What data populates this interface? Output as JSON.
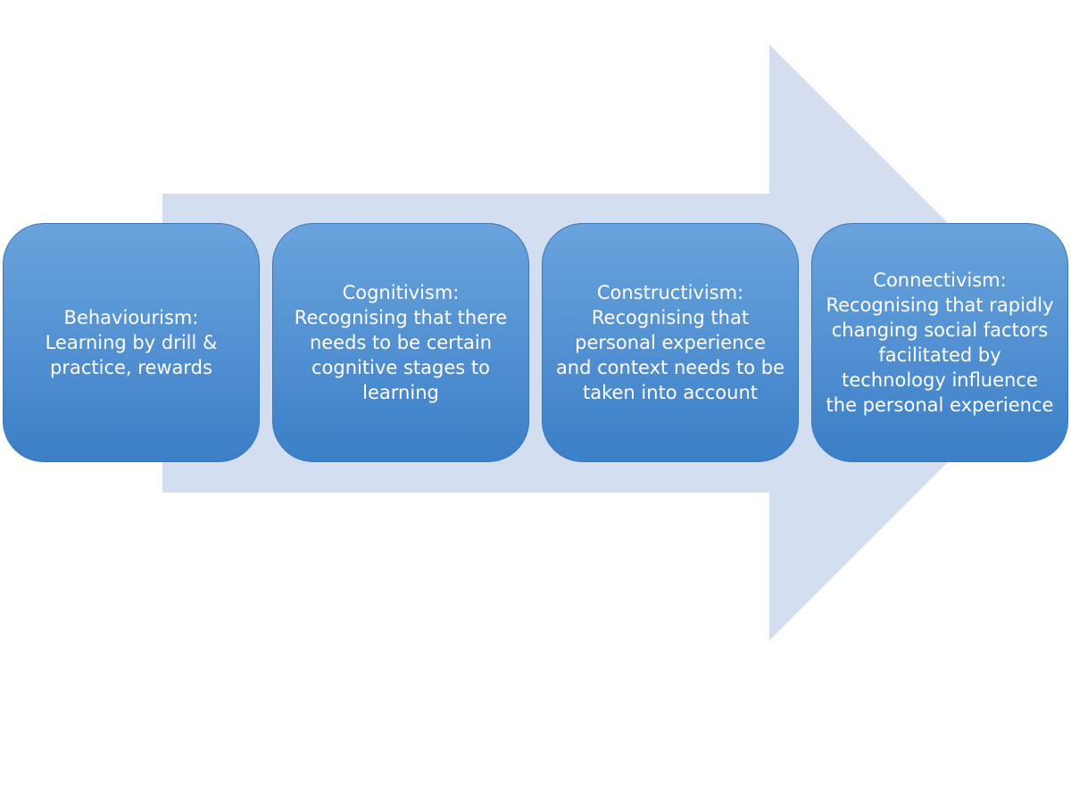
{
  "colors": {
    "arrow_fill": "#d3dff0",
    "box_top": "#6aa3dc",
    "box_bottom": "#3b7fc8",
    "box_text": "#ffffff"
  },
  "stages": [
    {
      "title": "Behaviourism:",
      "text": "Learning by drill &\npractice, rewards"
    },
    {
      "title": "Cognitivism:",
      "text": "Recognising that there\nneeds to be certain\ncognitive stages to\nlearning"
    },
    {
      "title": "Constructivism:",
      "text": "Recognising that\npersonal experience\nand context needs to be\ntaken into account"
    },
    {
      "title": "Connectivism:",
      "text": "Recognising that rapidly\nchanging social factors\nfacilitated by\ntechnology influence\nthe personal experience"
    }
  ]
}
